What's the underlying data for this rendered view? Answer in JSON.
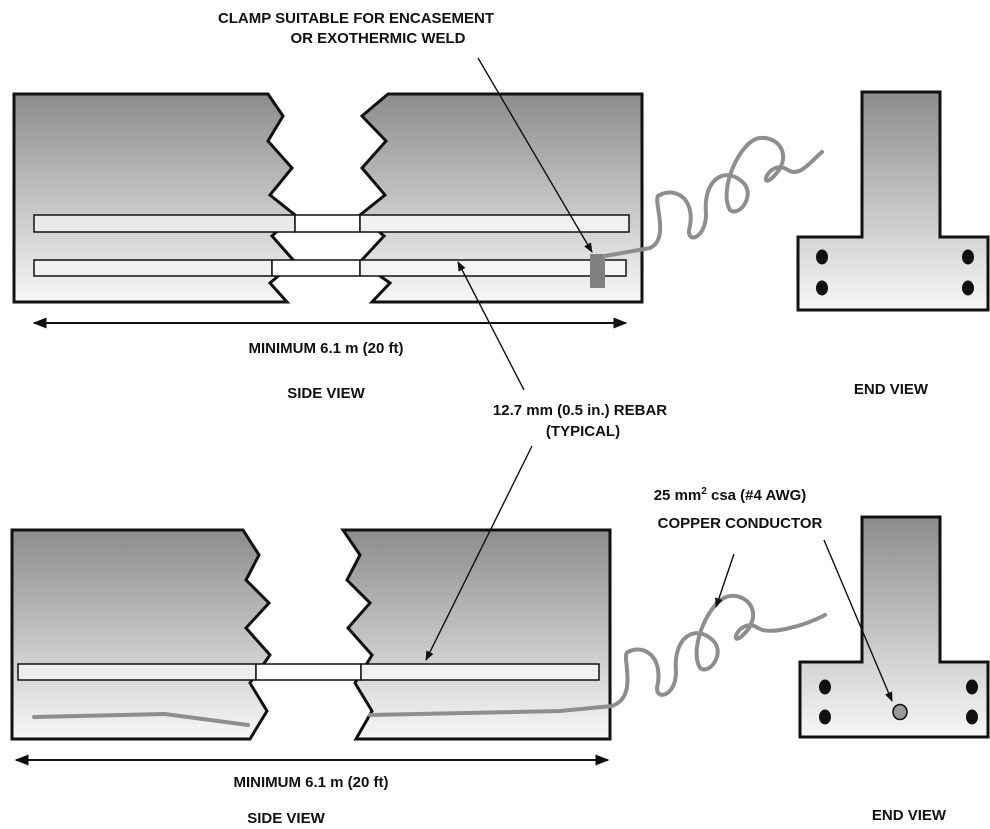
{
  "colors": {
    "concrete_dark": "#8c8c8c",
    "concrete_light": "#f7f7f7",
    "outline": "#111111",
    "conductor": "#8e8e8e",
    "clamp": "#808080",
    "rebar_dot": "#111111",
    "conductor_dot": "#9a9a9a"
  },
  "labels": {
    "clamp_line1": "CLAMP SUITABLE FOR ENCASEMENT",
    "clamp_line2": "OR EXOTHERMIC WELD",
    "min_length_top": "MINIMUM 6.1 m (20 ft)",
    "side_view_top": "SIDE VIEW",
    "end_view_top": "END VIEW",
    "rebar_line1": "12.7 mm (0.5 in.) REBAR",
    "rebar_line2": "(TYPICAL)",
    "conductor_size": "25 mm",
    "conductor_sup": "2",
    "conductor_rest": " csa (#4 AWG)",
    "conductor_line2": "COPPER CONDUCTOR",
    "min_length_bottom": "MINIMUM 6.1 m (20 ft)",
    "side_view_bottom": "SIDE VIEW",
    "end_view_bottom": "END VIEW"
  }
}
